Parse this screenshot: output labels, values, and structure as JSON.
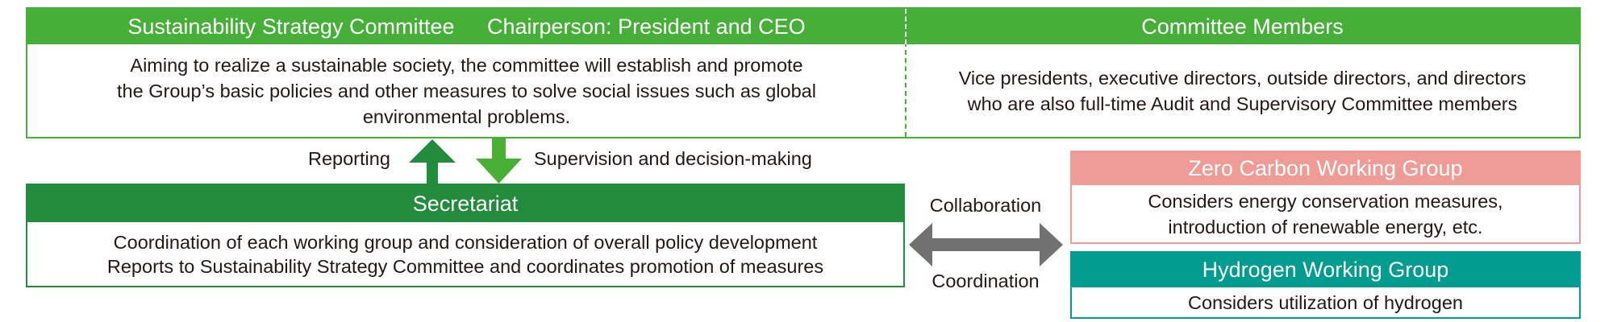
{
  "committee": {
    "title": "Sustainability Strategy Committee  Chairperson: President and CEO",
    "description_lines": [
      "Aiming to realize a sustainable society, the committee will establish and promote",
      "the Group’s basic policies and other measures to solve social issues such as global",
      "environmental problems."
    ],
    "members_title": "Committee Members",
    "members_lines": [
      "Vice presidents, executive directors, outside directors, and directors",
      "who are also full-time Audit and Supervisory Committee members"
    ]
  },
  "flows": {
    "reporting_label": "Reporting",
    "supervision_label": "Supervision and decision-making",
    "collaboration_label": "Collaboration",
    "coordination_label": "Coordination",
    "up_arrow_icon": "arrow-up-icon",
    "down_arrow_icon": "arrow-down-icon",
    "double_arrow_icon": "double-arrow-icon"
  },
  "secretariat": {
    "title": "Secretariat",
    "description_lines": [
      "Coordination of each working group and consideration of overall policy development",
      "Reports to Sustainability Strategy Committee and coordinates promotion of measures"
    ]
  },
  "working_groups": [
    {
      "title": "Zero Carbon Working Group",
      "description_lines": [
        "Considers energy conservation measures,",
        "introduction of renewable energy, etc."
      ]
    },
    {
      "title": "Hydrogen Working Group",
      "description_lines": [
        "Considers utilization of hydrogen"
      ]
    }
  ],
  "colors": {
    "committee_green": "#46AF37",
    "secretariat_green": "#228B3C",
    "zero_carbon_salmon": "#F09C96",
    "hydrogen_teal": "#009C8F",
    "double_arrow_gray": "#727171",
    "text_dark": "#231815"
  }
}
